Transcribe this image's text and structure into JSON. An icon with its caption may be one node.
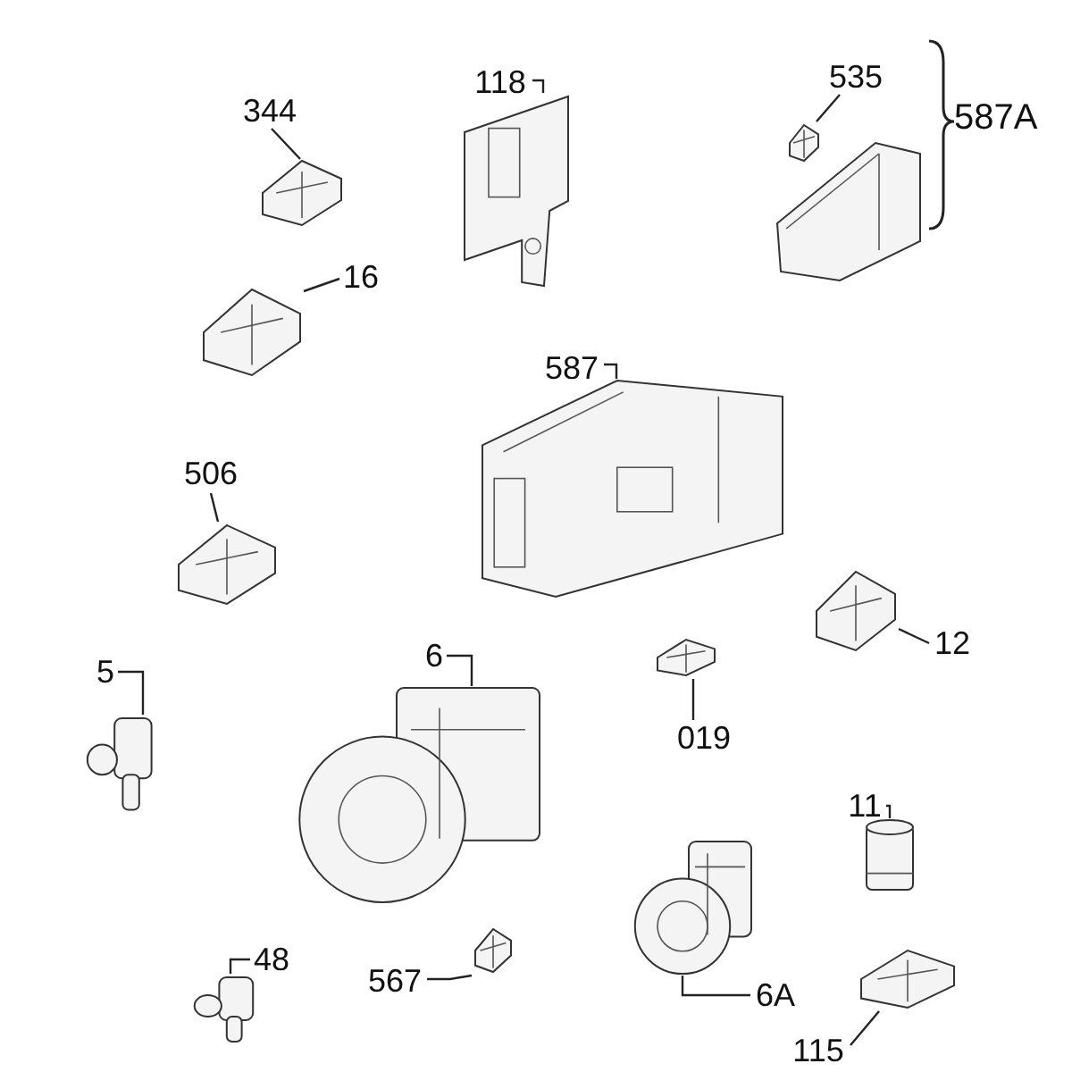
{
  "diagram": {
    "nodes": [
      {
        "text": [
          "344"
        ]
      },
      {
        "text": [],
        "shape": "picture"
      },
      {
        "text": [
          "118"
        ]
      },
      {
        "text": [],
        "shape": "picture"
      },
      {
        "text": [
          "535"
        ]
      },
      {
        "text": [],
        "shape": "picture"
      },
      {
        "text": [
          "16"
        ]
      },
      {
        "text": [],
        "shape": "picture"
      },
      {
        "text": [
          "587"
        ]
      },
      {
        "text": [],
        "shape": "picture"
      },
      {
        "text": [
          "506"
        ]
      },
      {
        "text": [],
        "shape": "picture"
      },
      {
        "text": [
          "12"
        ]
      },
      {
        "text": [],
        "shape": "picture"
      },
      {
        "text": [
          "5"
        ]
      },
      {
        "text": [],
        "shape": "picture"
      },
      {
        "text": [
          "6"
        ]
      },
      {
        "text": [],
        "shape": "picture"
      },
      {
        "text": [
          "019"
        ]
      },
      {
        "text": [],
        "shape": "picture"
      },
      {
        "text": [
          "11"
        ]
      },
      {
        "text": [],
        "shape": "picture"
      },
      {
        "text": [
          "48"
        ]
      },
      {
        "text": [],
        "shape": "picture"
      },
      {
        "text": [
          "567"
        ]
      },
      {
        "text": [],
        "shape": "picture"
      },
      {
        "text": [
          "6A"
        ]
      },
      {
        "text": [],
        "shape": "picture"
      },
      {
        "text": [
          "115"
        ]
      },
      {
        "text": [],
        "shape": "picture"
      }
    ],
    "edges": [
      {
        "from": 0,
        "to": 1,
        "arrow": "none"
      },
      {
        "from": 2,
        "to": 3,
        "arrow": "none"
      },
      {
        "from": 4,
        "to": 5,
        "arrow": "none"
      },
      {
        "from": 6,
        "to": 7,
        "arrow": "none"
      },
      {
        "from": 8,
        "to": 9,
        "arrow": "none"
      },
      {
        "from": 10,
        "to": 11,
        "arrow": "none"
      },
      {
        "from": 12,
        "to": 13,
        "arrow": "none"
      },
      {
        "from": 14,
        "to": 15,
        "arrow": "none"
      },
      {
        "from": 16,
        "to": 17,
        "arrow": "none"
      },
      {
        "from": 18,
        "to": 19,
        "arrow": "none"
      },
      {
        "from": 20,
        "to": 21,
        "arrow": "none"
      },
      {
        "from": 22,
        "to": 23,
        "arrow": "none"
      },
      {
        "from": 24,
        "to": 25,
        "arrow": "none"
      },
      {
        "from": 26,
        "to": 27,
        "arrow": "none"
      },
      {
        "from": 28,
        "to": 29,
        "arrow": "none"
      }
    ],
    "labels": [
      "587A"
    ]
  }
}
